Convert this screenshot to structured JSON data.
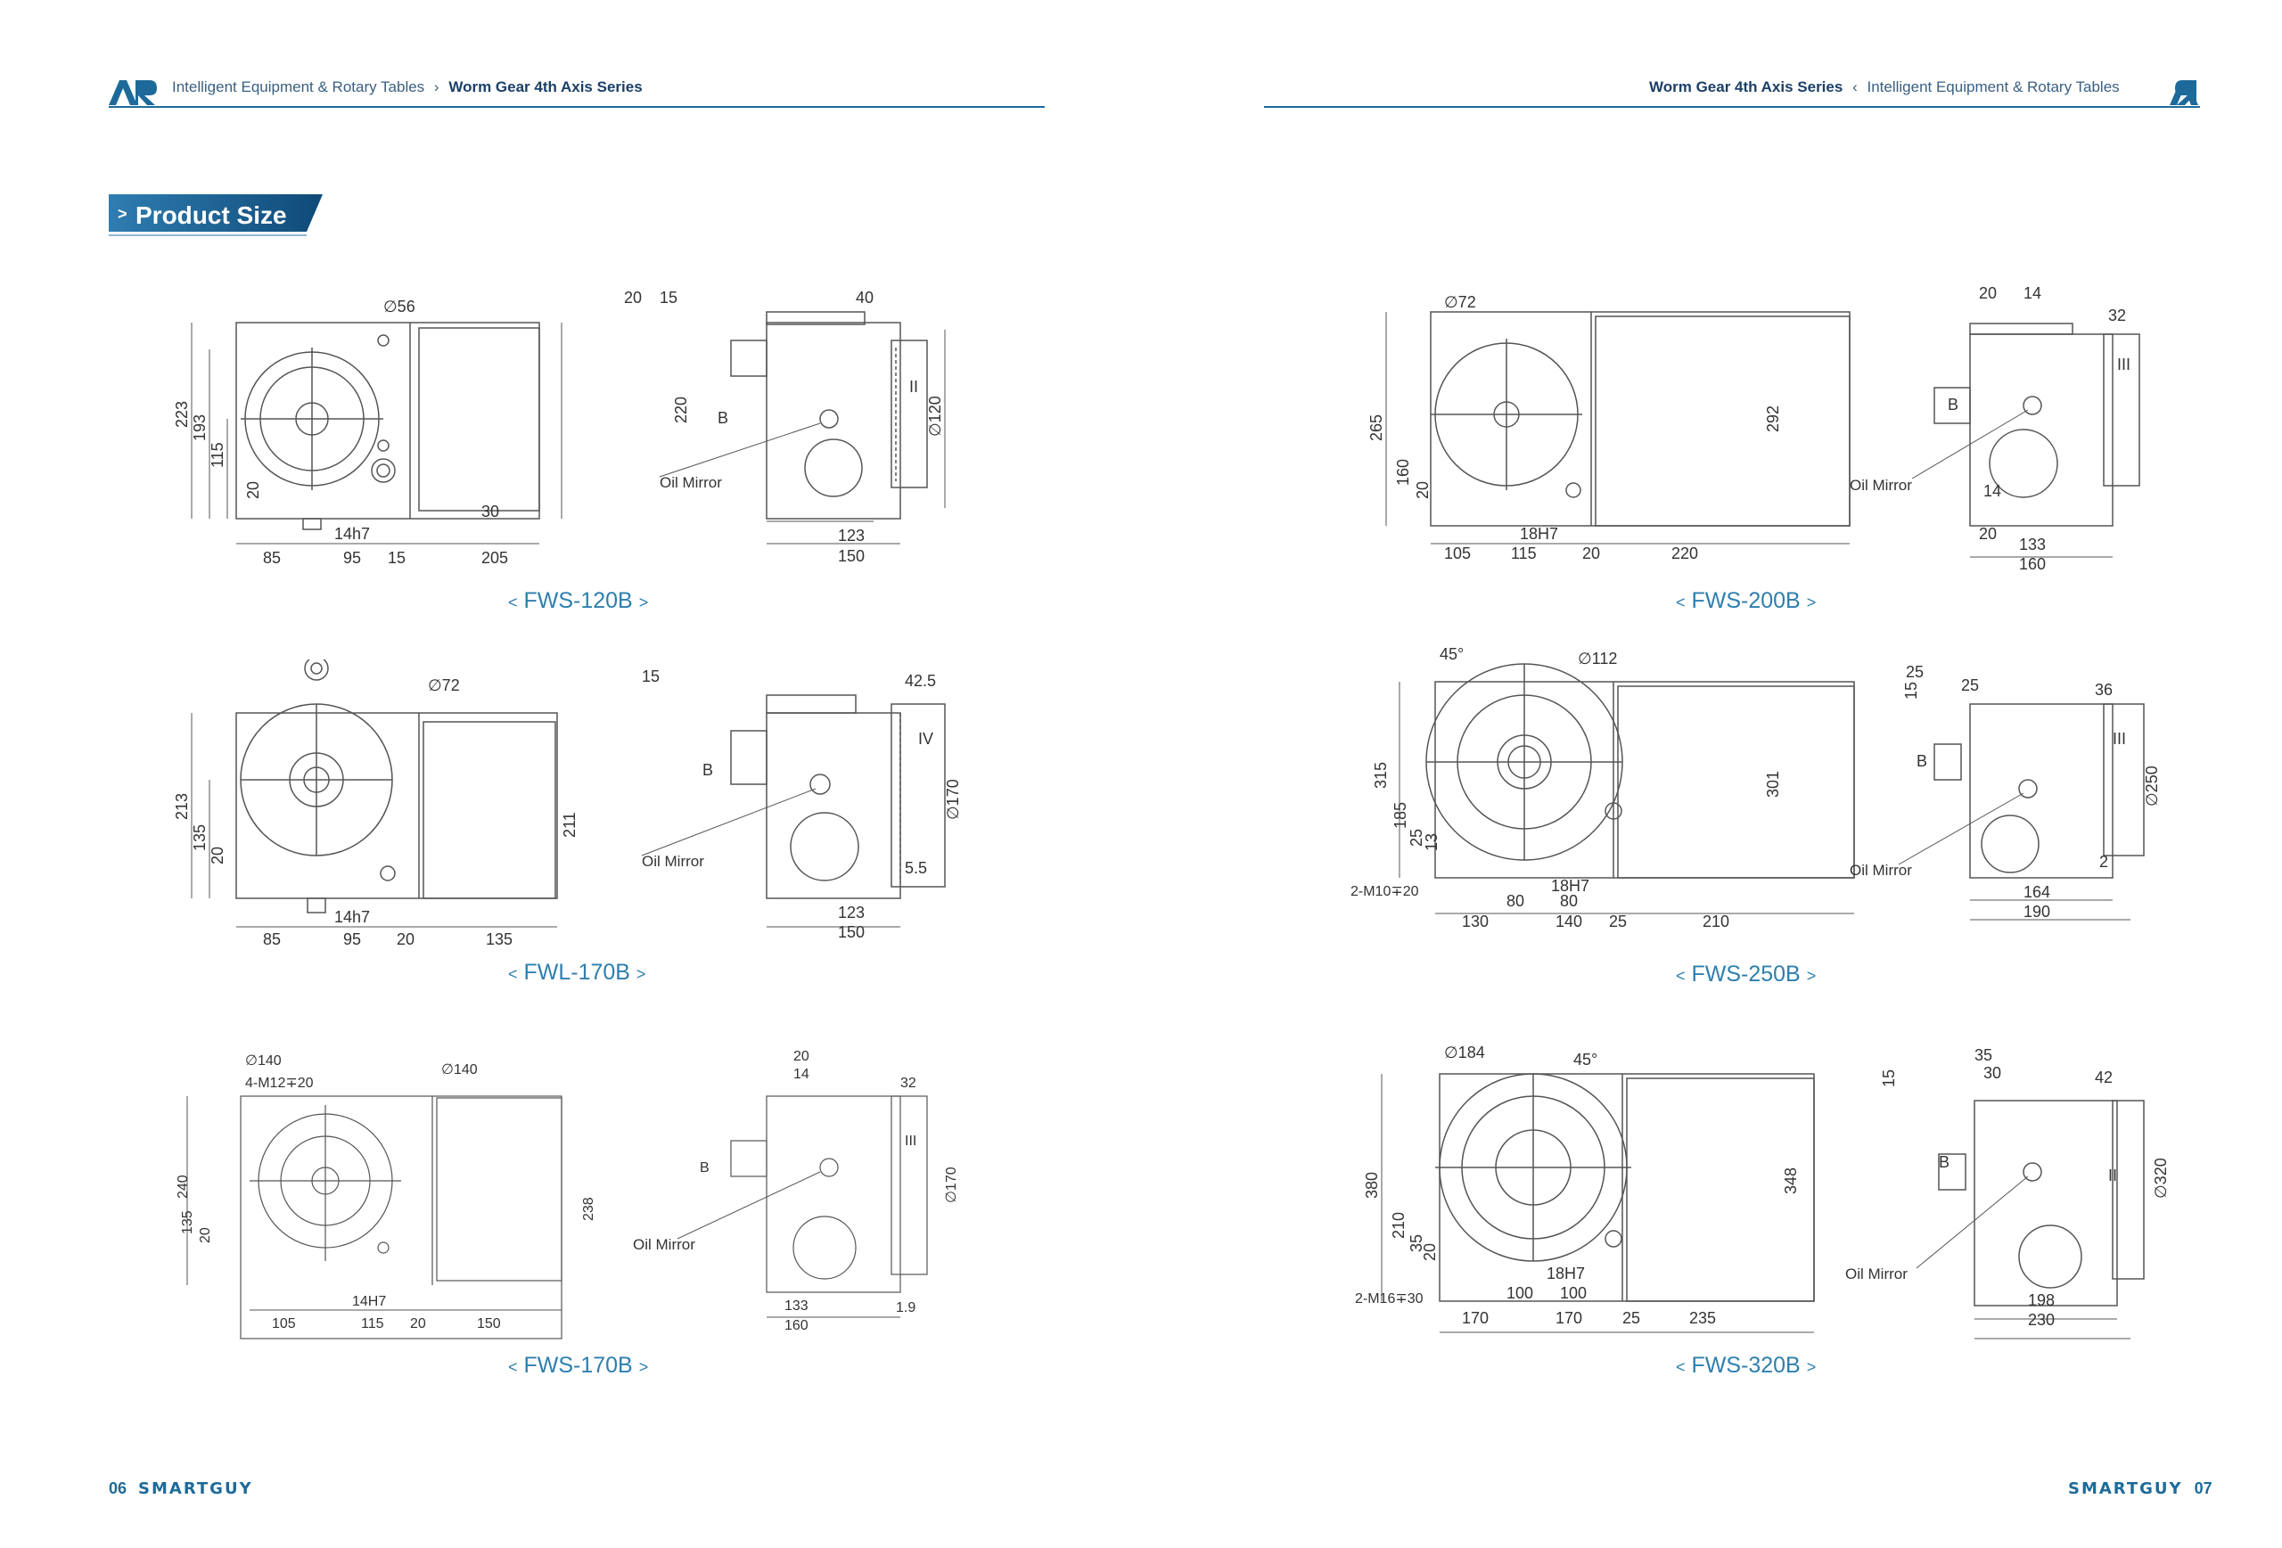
{
  "header_left": {
    "category": "Intelligent Equipment & Rotary Tables",
    "arrow": "›",
    "series": "Worm Gear 4th Axis Series"
  },
  "header_right": {
    "series": "Worm Gear 4th Axis Series",
    "arrow": "‹",
    "category": "Intelligent Equipment & Rotary Tables"
  },
  "section_title": "Product Size",
  "section_chevron": ">",
  "captions": {
    "fws120b": "FWS-120B",
    "fwl170b": "FWL-170B",
    "fws170b": "FWS-170B",
    "fws200b": "FWS-200B",
    "fws250b": "FWS-250B",
    "fws320b": "FWS-320B"
  },
  "caption_left_mark": "<",
  "caption_right_mark": ">",
  "oil_mirror": "Oil Mirror",
  "footer_left": {
    "page": "06",
    "brand": "SMARTGUY"
  },
  "footer_right": {
    "brand": "SMARTGUY",
    "page": "07"
  },
  "brand_colors": {
    "accent": "#1d6a9a",
    "caption": "#2e7fae",
    "tag": "#1c5f8e"
  }
}
